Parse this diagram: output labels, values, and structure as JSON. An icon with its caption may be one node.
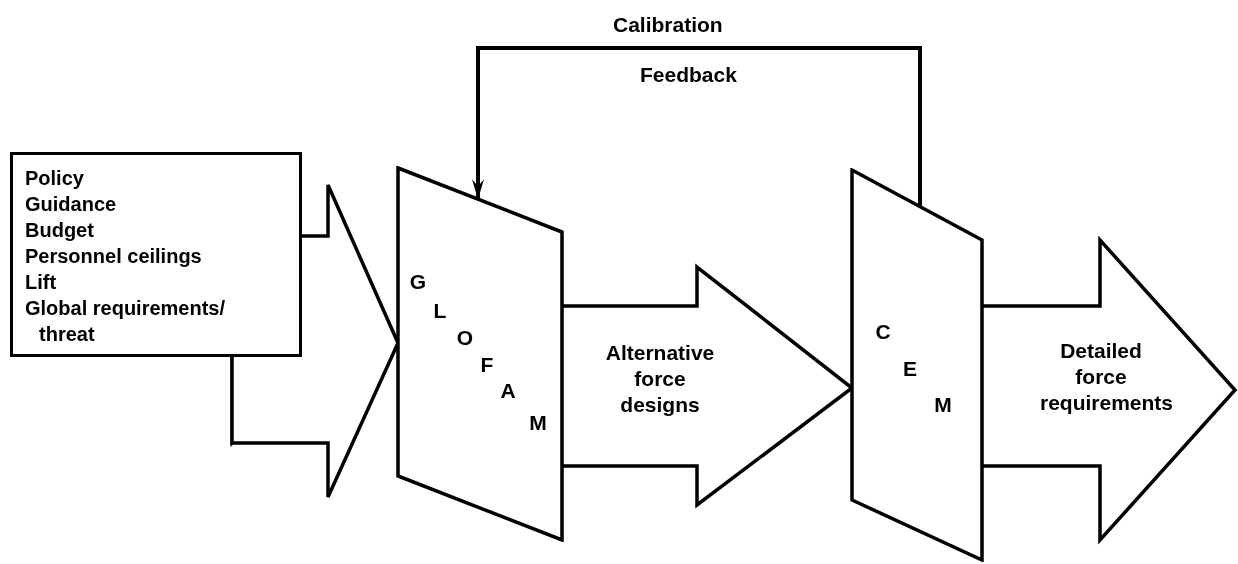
{
  "diagram": {
    "nodes": [
      {
        "text": [
          "Policy",
          "Guidance",
          "Budget",
          "Personnel ceilings",
          "Lift",
          "Global requirements/ threat"
        ]
      },
      {
        "text": [
          "GLOFAM"
        ]
      },
      {
        "text": [
          "CEM"
        ]
      }
    ],
    "edges": [
      {
        "from": 0,
        "to": 1,
        "arrow": "to",
        "style": "thick"
      },
      {
        "from": 1,
        "to": 2,
        "arrow": "to",
        "style": "thick",
        "label": "Alternative force designs"
      },
      {
        "from": 2,
        "to": null,
        "arrow": "to",
        "style": "thick",
        "label": "Detailed force requirements"
      },
      {
        "from": 2,
        "to": 1,
        "arrow": "to"
      }
    ],
    "labels": [
      "Calibration",
      "Feedback"
    ]
  }
}
